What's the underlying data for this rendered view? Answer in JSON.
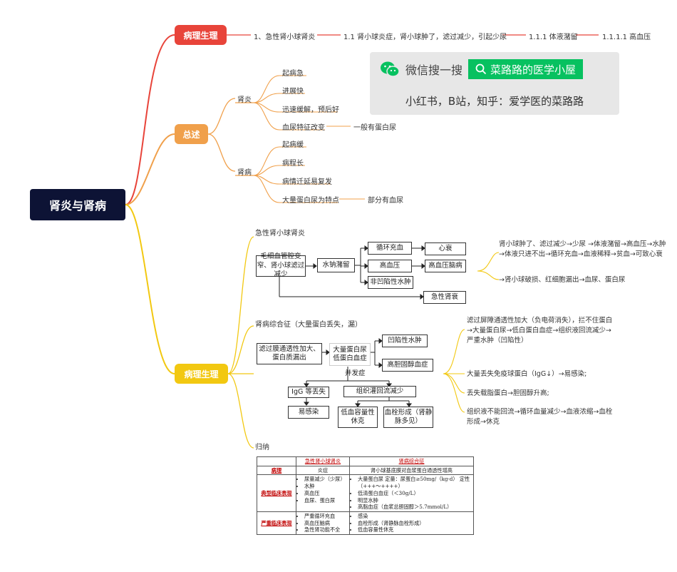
{
  "root": {
    "label": "肾炎与肾病"
  },
  "branches": {
    "patho_top": {
      "label": "病理生理",
      "color": "#e8443a"
    },
    "overview": {
      "label": "总述",
      "color": "#f0a04b"
    },
    "patho_main": {
      "label": "病理生理",
      "color": "#f2c811"
    }
  },
  "chain": [
    "1、急性肾小球肾炎",
    "1.1  肾小球炎症，肾小球肿了，滤过减少，引起少尿",
    "1.1.1  体液潴留",
    "1.1.1.1  高血压"
  ],
  "overview": {
    "nephritis": {
      "label": "肾炎",
      "items": [
        "起病急",
        "进展快",
        "迅速缓解，预后好",
        "血尿特征改变"
      ],
      "extra": "一般有蛋白尿"
    },
    "nephrosis": {
      "label": "肾病",
      "items": [
        "起病缓",
        "病程长",
        "病情迁延易复发",
        "大量蛋白尿为特点"
      ],
      "extra": "部分有血尿"
    }
  },
  "banner": {
    "search_prefix": "微信搜一搜",
    "search_term": "菜路路的医学小屋",
    "subtitle": "小红书，B站，知乎：爱学医的菜路路"
  },
  "agn": {
    "title": "急性肾小球肾炎",
    "box_start": "毛细血管腔变窄、肾小球滤过减少",
    "box_retention": "水钠潴留",
    "box_circ": "循环充血",
    "box_hf": "心衰",
    "box_htn": "高血压",
    "box_enc": "高血压脑病",
    "box_edema": "非凹陷性水肿",
    "box_arf": "急性肾衰",
    "note1": "肾小球肿了、滤过减少→少尿 →体液潴留→高血压→水肿→体液只进不出→循环充血→血液稀释→贫血→可致心衰",
    "note2": "→肾小球破损、红细胞漏出→血尿、蛋白尿"
  },
  "ns": {
    "title": "肾病综合征（大量蛋白丢失，漏）",
    "box_start": "滤过膜通透性加大、蛋白质漏出",
    "box_mid": "大量蛋白尿\n低蛋白血症",
    "box_pitting": "凹陷性水肿",
    "box_lipid": "高胆固醇血症",
    "complication": "并发症",
    "box_igg": "IgG 等丢失",
    "box_perf": "组织灌回流减少",
    "box_infect": "易感染",
    "box_lowvol": "低血容量性休克",
    "box_thromb": "血栓形成（肾静脉多见）",
    "notes": [
      "滤过屏障通透性加大（负电荷消失），拦不住蛋白→大量蛋白尿→低白蛋白血症→组织液回流减少→严重水肿（凹陷性）",
      "大量丢失免疫球蛋白（IgG↓）→易感染;",
      "丢失载脂蛋白→胆固醇升高;",
      "组织液不能回流→循环血量减少→血液浓缩→血栓形成→休克"
    ]
  },
  "summary": {
    "title": "归纳",
    "col1": "急性肾小球肾炎",
    "col2": "肾病综合征",
    "rows": [
      {
        "head": "病理",
        "a": [
          "炎症"
        ],
        "b": [
          "肾小球基底膜对血浆蛋白通透性增高"
        ]
      },
      {
        "head": "典型临床表现",
        "a": [
          "尿量减少（少尿）",
          "水肿",
          "高血压",
          "血尿、蛋白尿"
        ],
        "b": [
          "大量蛋白尿 定量：尿蛋白≥50mg/（kg·d） 定性（+++～++++）",
          "低清蛋白血症（＜30g/L）",
          "明显水肿",
          "高脂血症（血浆总胆固醇＞5.7mmol/L）"
        ]
      },
      {
        "head": "严重临床表现",
        "a": [
          "严重循环充血",
          "高血压脑病",
          "急性肾功能不全"
        ],
        "b": [
          "感染",
          "血栓形成（肾静脉血栓形成）",
          "低血容量性休克"
        ]
      }
    ]
  }
}
